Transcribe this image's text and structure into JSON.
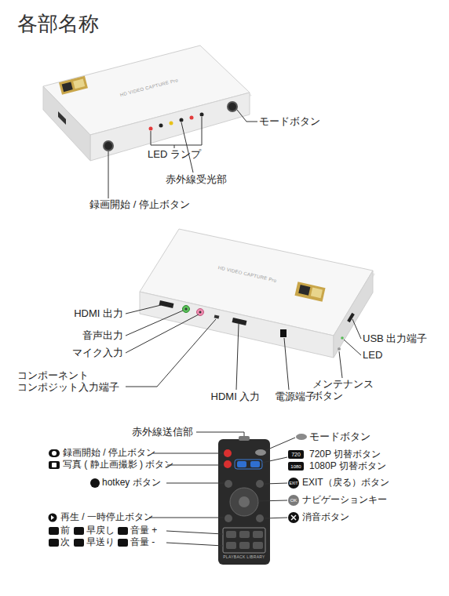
{
  "diagram": {
    "title": "各部名称",
    "nodes": [
      {
        "text": [
          "720"
        ]
      },
      {
        "text": [
          "1080"
        ]
      },
      {
        "text": [
          "EXIT"
        ]
      },
      {
        "text": [
          "OK"
        ]
      }
    ],
    "labels": [
      "HD VIDEO CAPTURE Pro",
      "モードボタン",
      "LED ランプ",
      "赤外線受光部",
      "録画開始 / 停止ボタン",
      "HD VIDEO CAPTURE Pro",
      "HDMI 出力",
      "音声出力",
      "マイク入力",
      "コンポーネント コンポジット入力端子",
      "HDMI 入力",
      "電源端子",
      "メンテナンス ボタン",
      "USB 出力端子",
      "LED",
      "赤外線送信部",
      "モードボタン",
      "録画開始 / 停止ボタン",
      "写真 ( 静止画撮影 ) ボタン",
      "720P 切替ボタン",
      "1080P 切替ボタン",
      "hotkey ボタン",
      "EXIT（戻る）ボタン",
      "ナビゲーションキー",
      "再生 / 一時停止ボタン",
      "消音ボタン",
      "前",
      "早戻し",
      "音量 +",
      "次",
      "早送り",
      "音量 -",
      "PLAYBACK LIBRARY"
    ]
  }
}
